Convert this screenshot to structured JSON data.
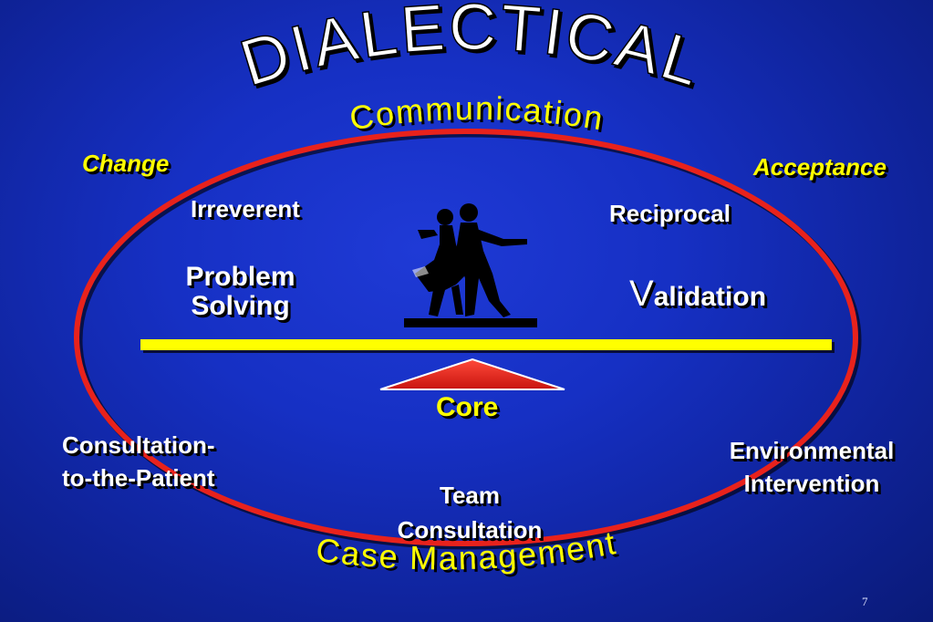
{
  "title": "DIALECTICAL",
  "subtitle": "Communication",
  "footer_title": "Case Management",
  "left_pole": "Change",
  "right_pole": "Acceptance",
  "left_side": {
    "style": "Irreverent",
    "strategy_line1": "Problem",
    "strategy_line2": "Solving"
  },
  "right_side": {
    "style": "Reciprocal",
    "strategy_initial": "V",
    "strategy_rest": "alidation"
  },
  "center": "Core",
  "bottom_left_line1": "Consultation-",
  "bottom_left_line2": "to-the-Patient",
  "bottom_center_line1": "Team",
  "bottom_center_line2": "Consultation",
  "bottom_right_line1": "Environmental",
  "bottom_right_line2": "Intervention",
  "page_number": "7",
  "colors": {
    "background": "#1630c4",
    "ellipse": "#e8221c",
    "beam": "#ffff00",
    "fulcrum": "#e8221c",
    "text_white": "#ffffff",
    "text_yellow": "#ffff00"
  },
  "icons": [
    "dancing-couple-icon"
  ]
}
